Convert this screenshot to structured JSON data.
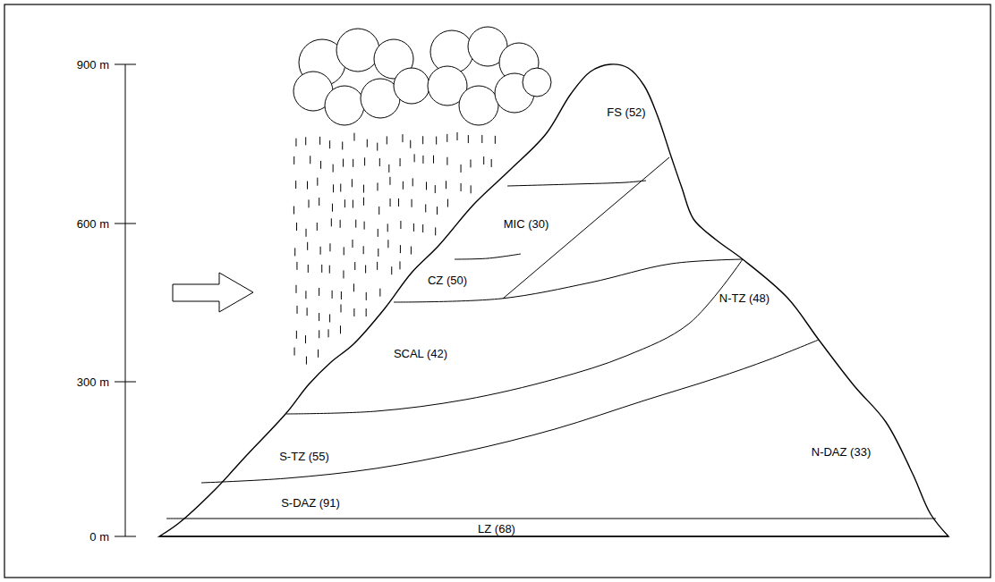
{
  "diagram": {
    "labels": [
      "900 m",
      "600 m",
      "300 m",
      "0 m",
      "FS (52)",
      "MIC (30)",
      "CZ (50)",
      "SCAL (42)",
      "N-TZ (48)",
      "S-TZ (55)",
      "N-DAZ (33)",
      "S-DAZ (91)",
      "LZ (68)"
    ]
  }
}
